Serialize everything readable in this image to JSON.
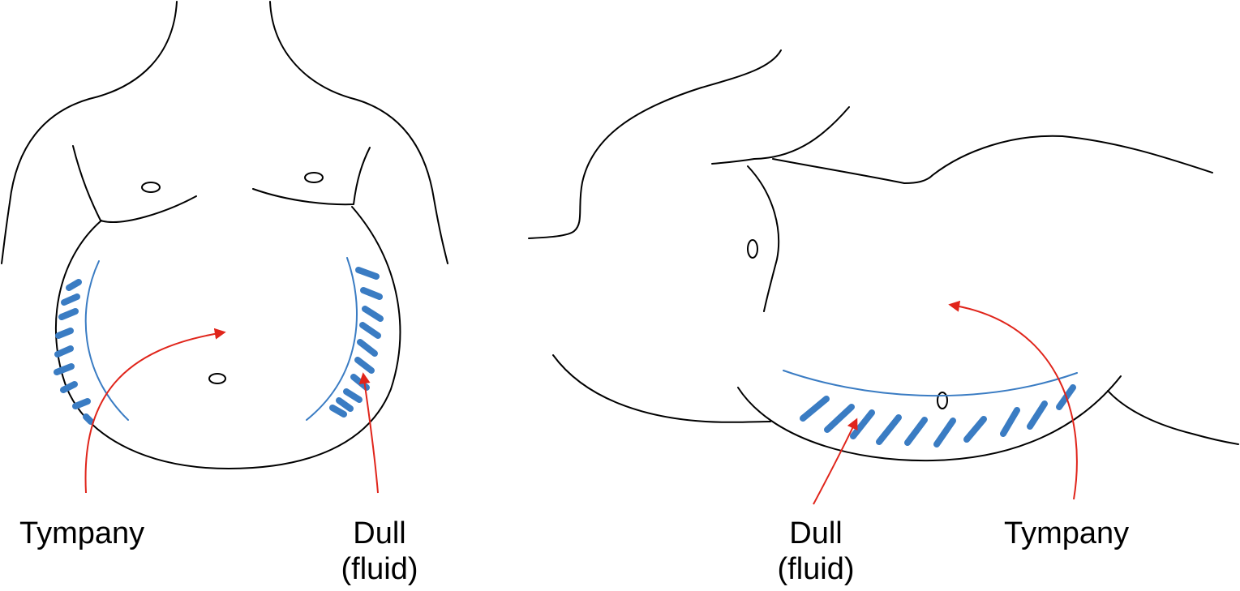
{
  "colors": {
    "outline": "#000000",
    "fluid": "#3a7cc3",
    "arrow": "#e0251b",
    "background": "#ffffff"
  },
  "left_figure": {
    "tympany_label": "Tympany",
    "dull_label_line1": "Dull",
    "dull_label_line2": "(fluid)"
  },
  "right_figure": {
    "dull_label_line1": "Dull",
    "dull_label_line2": "(fluid)",
    "tympany_label": "Tympany"
  }
}
